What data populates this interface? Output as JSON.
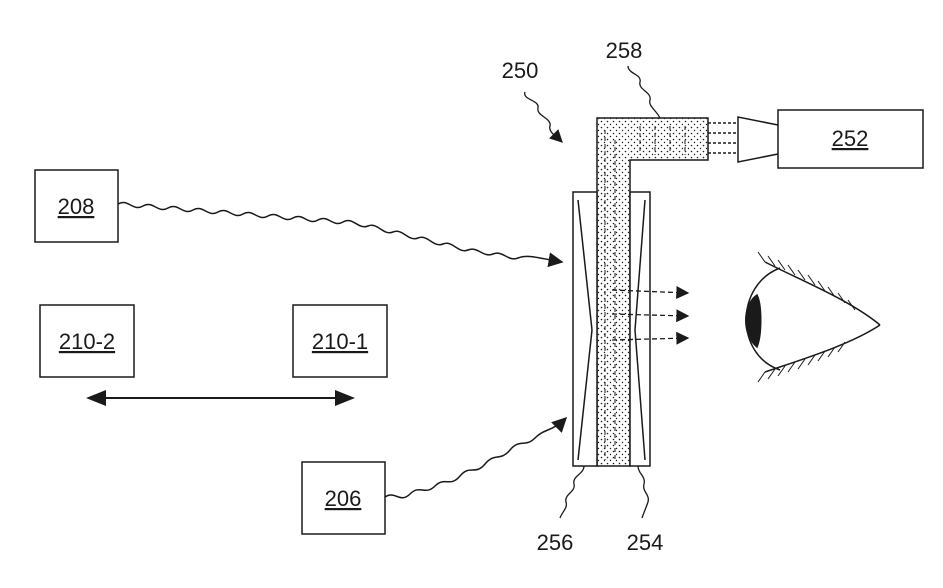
{
  "labels": {
    "ref_250": "250",
    "ref_258": "258",
    "ref_252": "252",
    "ref_208": "208",
    "ref_210_2": "210-2",
    "ref_210_1": "210-1",
    "ref_206": "206",
    "ref_256": "256",
    "ref_254": "254"
  },
  "colors": {
    "line": "#1a1a1a",
    "background": "#ffffff"
  }
}
